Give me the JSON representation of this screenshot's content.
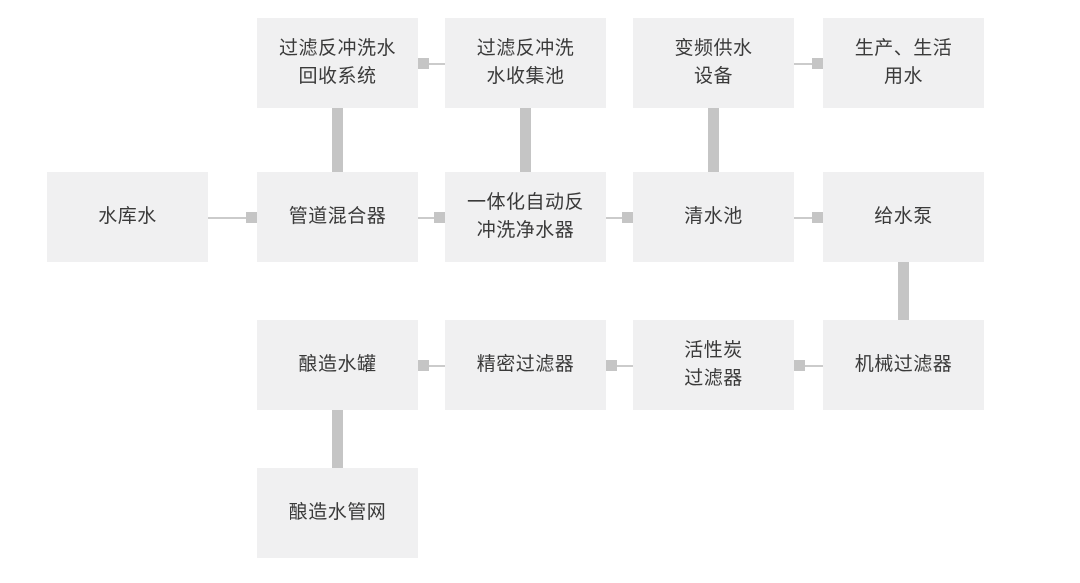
{
  "diagram": {
    "type": "flowchart",
    "description": "water treatment process flow diagram",
    "colors": {
      "background": "#ffffff",
      "node_fill": "#f0f0f1",
      "node_text": "#3a3a3a",
      "connector_line": "#cbcbcb",
      "connector_head": "#c5c5c5"
    },
    "nodes": [
      {
        "id": "recovery-system",
        "label": "过滤反冲洗水\n回收系统"
      },
      {
        "id": "collection-pool",
        "label": "过滤反冲洗\n水收集池"
      },
      {
        "id": "vfd-supply",
        "label": "变频供水\n设备"
      },
      {
        "id": "prod-domestic-water",
        "label": "生产、生活\n用水"
      },
      {
        "id": "reservoir-water",
        "label": "水库水"
      },
      {
        "id": "pipe-mixer",
        "label": "管道混合器"
      },
      {
        "id": "integrated-purifier",
        "label": "一体化自动反\n冲洗净水器"
      },
      {
        "id": "clear-water-pool",
        "label": "清水池"
      },
      {
        "id": "feed-pump",
        "label": "给水泵"
      },
      {
        "id": "brewing-tank",
        "label": "酿造水罐"
      },
      {
        "id": "precision-filter",
        "label": "精密过滤器"
      },
      {
        "id": "carbon-filter",
        "label": "活性炭\n过滤器"
      },
      {
        "id": "mechanical-filter",
        "label": "机械过滤器"
      },
      {
        "id": "brewing-pipe-network",
        "label": "酿造水管网"
      }
    ],
    "edges": [
      {
        "from": "collection-pool",
        "to": "recovery-system",
        "arrowhead": true,
        "orientation": "horizontal"
      },
      {
        "from": "vfd-supply",
        "to": "prod-domestic-water",
        "arrowhead": true,
        "orientation": "horizontal"
      },
      {
        "from": "reservoir-water",
        "to": "pipe-mixer",
        "arrowhead": true,
        "orientation": "horizontal"
      },
      {
        "from": "pipe-mixer",
        "to": "integrated-purifier",
        "arrowhead": true,
        "orientation": "horizontal"
      },
      {
        "from": "integrated-purifier",
        "to": "clear-water-pool",
        "arrowhead": true,
        "orientation": "horizontal"
      },
      {
        "from": "clear-water-pool",
        "to": "feed-pump",
        "arrowhead": true,
        "orientation": "horizontal"
      },
      {
        "from": "mechanical-filter",
        "to": "carbon-filter",
        "arrowhead": true,
        "orientation": "horizontal"
      },
      {
        "from": "carbon-filter",
        "to": "precision-filter",
        "arrowhead": true,
        "orientation": "horizontal"
      },
      {
        "from": "precision-filter",
        "to": "brewing-tank",
        "arrowhead": true,
        "orientation": "horizontal"
      },
      {
        "from": "recovery-system",
        "to": "pipe-mixer",
        "arrowhead": false,
        "orientation": "vertical"
      },
      {
        "from": "collection-pool",
        "to": "integrated-purifier",
        "arrowhead": false,
        "orientation": "vertical"
      },
      {
        "from": "vfd-supply",
        "to": "clear-water-pool",
        "arrowhead": false,
        "orientation": "vertical"
      },
      {
        "from": "feed-pump",
        "to": "mechanical-filter",
        "arrowhead": false,
        "orientation": "vertical"
      },
      {
        "from": "brewing-tank",
        "to": "brewing-pipe-network",
        "arrowhead": false,
        "orientation": "vertical"
      }
    ]
  }
}
